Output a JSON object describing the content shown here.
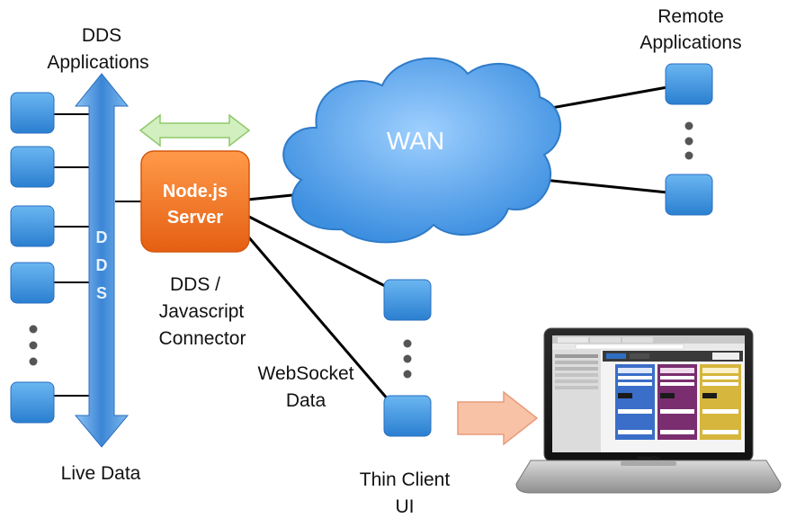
{
  "labels": {
    "dds_applications_line1": "DDS",
    "dds_applications_line2": "Applications",
    "remote_applications_line1": "Remote",
    "remote_applications_line2": "Applications",
    "wan": "WAN",
    "server_line1": "Node.js",
    "server_line2": "Server",
    "connector_line1": "DDS /",
    "connector_line2": "Javascript",
    "connector_line3": "Connector",
    "websocket_line1": "WebSocket",
    "websocket_line2": "Data",
    "live_data": "Live Data",
    "thin_client_line1": "Thin Client",
    "thin_client_line2": "UI",
    "bus_letter_1": "D",
    "bus_letter_2": "D",
    "bus_letter_3": "S",
    "laptop_brand": "MacBook Pro"
  },
  "colors": {
    "node_box": "#f47a2a",
    "app_box": "#3f97dd",
    "bus_arrow": "#3b86d6",
    "cloud": "#5aa7f0",
    "green_arrow": "#c8eab4",
    "salmon_arrow": "#f6b79a",
    "panel_purple": "#7a2e6f",
    "panel_yellow": "#d6b63c",
    "panel_blue": "#3a6ec8"
  }
}
